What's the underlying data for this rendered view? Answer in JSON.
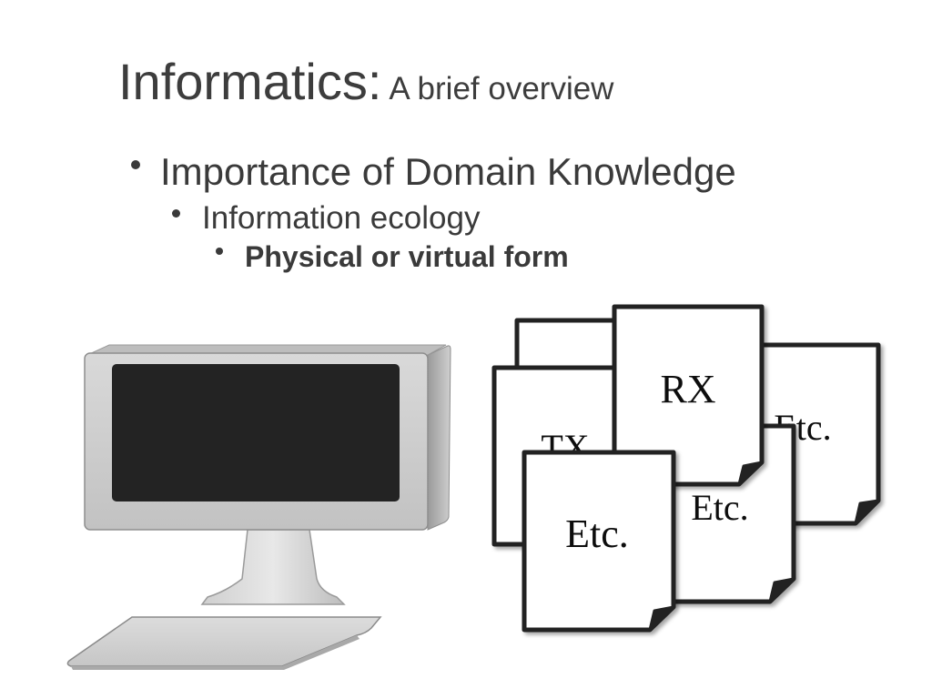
{
  "slide": {
    "title_main": "Informatics:",
    "title_sub": "A brief overview",
    "bullets": {
      "level1": "Importance of Domain Knowledge",
      "level2": "Information ecology",
      "level3": "Physical or virtual form"
    }
  },
  "illustration": {
    "computer_icon": "desktop-computer-icon",
    "documents": {
      "doc_tx": "TX",
      "doc_rx": "RX",
      "doc_etc_right": "Etc.",
      "doc_etc_middle": "Etc.",
      "doc_etc_front": "Etc."
    }
  },
  "colors": {
    "text": "#3a3a3a",
    "screen": "#222222",
    "monitor_frame": "#c8c8c8",
    "document_border": "#222222"
  }
}
